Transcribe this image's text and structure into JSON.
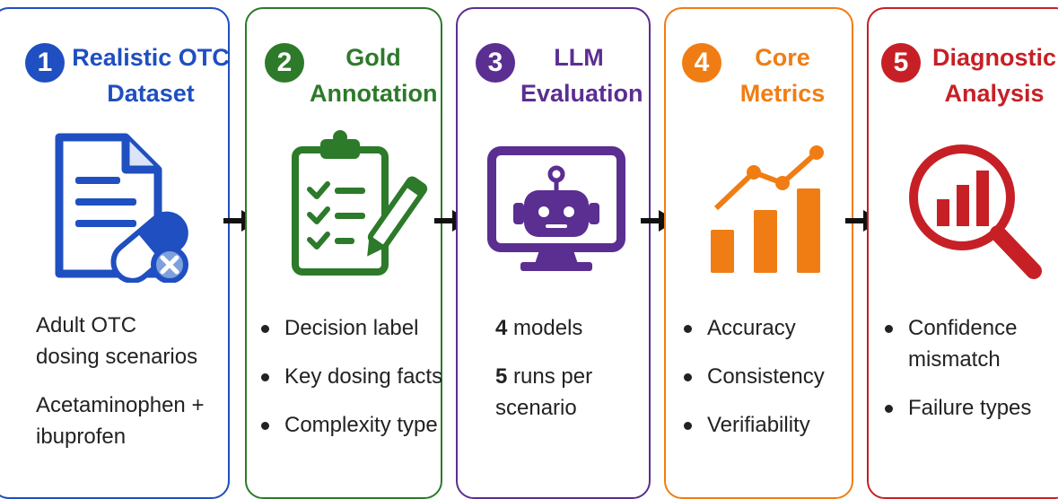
{
  "colors": {
    "step1": "#1f4fc0",
    "step2": "#2c7a2a",
    "step3": "#5b2e91",
    "step4": "#f07d14",
    "step5": "#c62026",
    "text": "#222222"
  },
  "steps": [
    {
      "number": "1",
      "title_line1": "Realistic OTC",
      "title_line2": "Dataset",
      "icon": "document-pill-icon",
      "paragraphs": [
        {
          "line1": "Adult OTC",
          "line2": "dosing scenarios"
        },
        {
          "line1": "Acetaminophen +",
          "line2": "ibuprofen"
        }
      ]
    },
    {
      "number": "2",
      "title_line1": "Gold",
      "title_line2": "Annotation",
      "icon": "clipboard-checklist-icon",
      "bullets": [
        "Decision label",
        "Key dosing facts",
        "Complexity type"
      ]
    },
    {
      "number": "3",
      "title_line1": "LLM",
      "title_line2": "Evaluation",
      "icon": "robot-monitor-icon",
      "stats": [
        {
          "bold": "4",
          "rest": " models",
          "line2": ""
        },
        {
          "bold": "5",
          "rest": " runs per",
          "line2": "scenario"
        }
      ]
    },
    {
      "number": "4",
      "title_line1": "Core",
      "title_line2": "Metrics",
      "icon": "bar-line-chart-icon",
      "bullets": [
        "Accuracy",
        "Consistency",
        "Verifiability"
      ]
    },
    {
      "number": "5",
      "title_line1": "Diagnostic",
      "title_line2": "Analysis",
      "icon": "magnifier-chart-icon",
      "bullets": [
        "Confidence",
        "Failure types"
      ],
      "bullet1_line2": "mismatch"
    }
  ]
}
